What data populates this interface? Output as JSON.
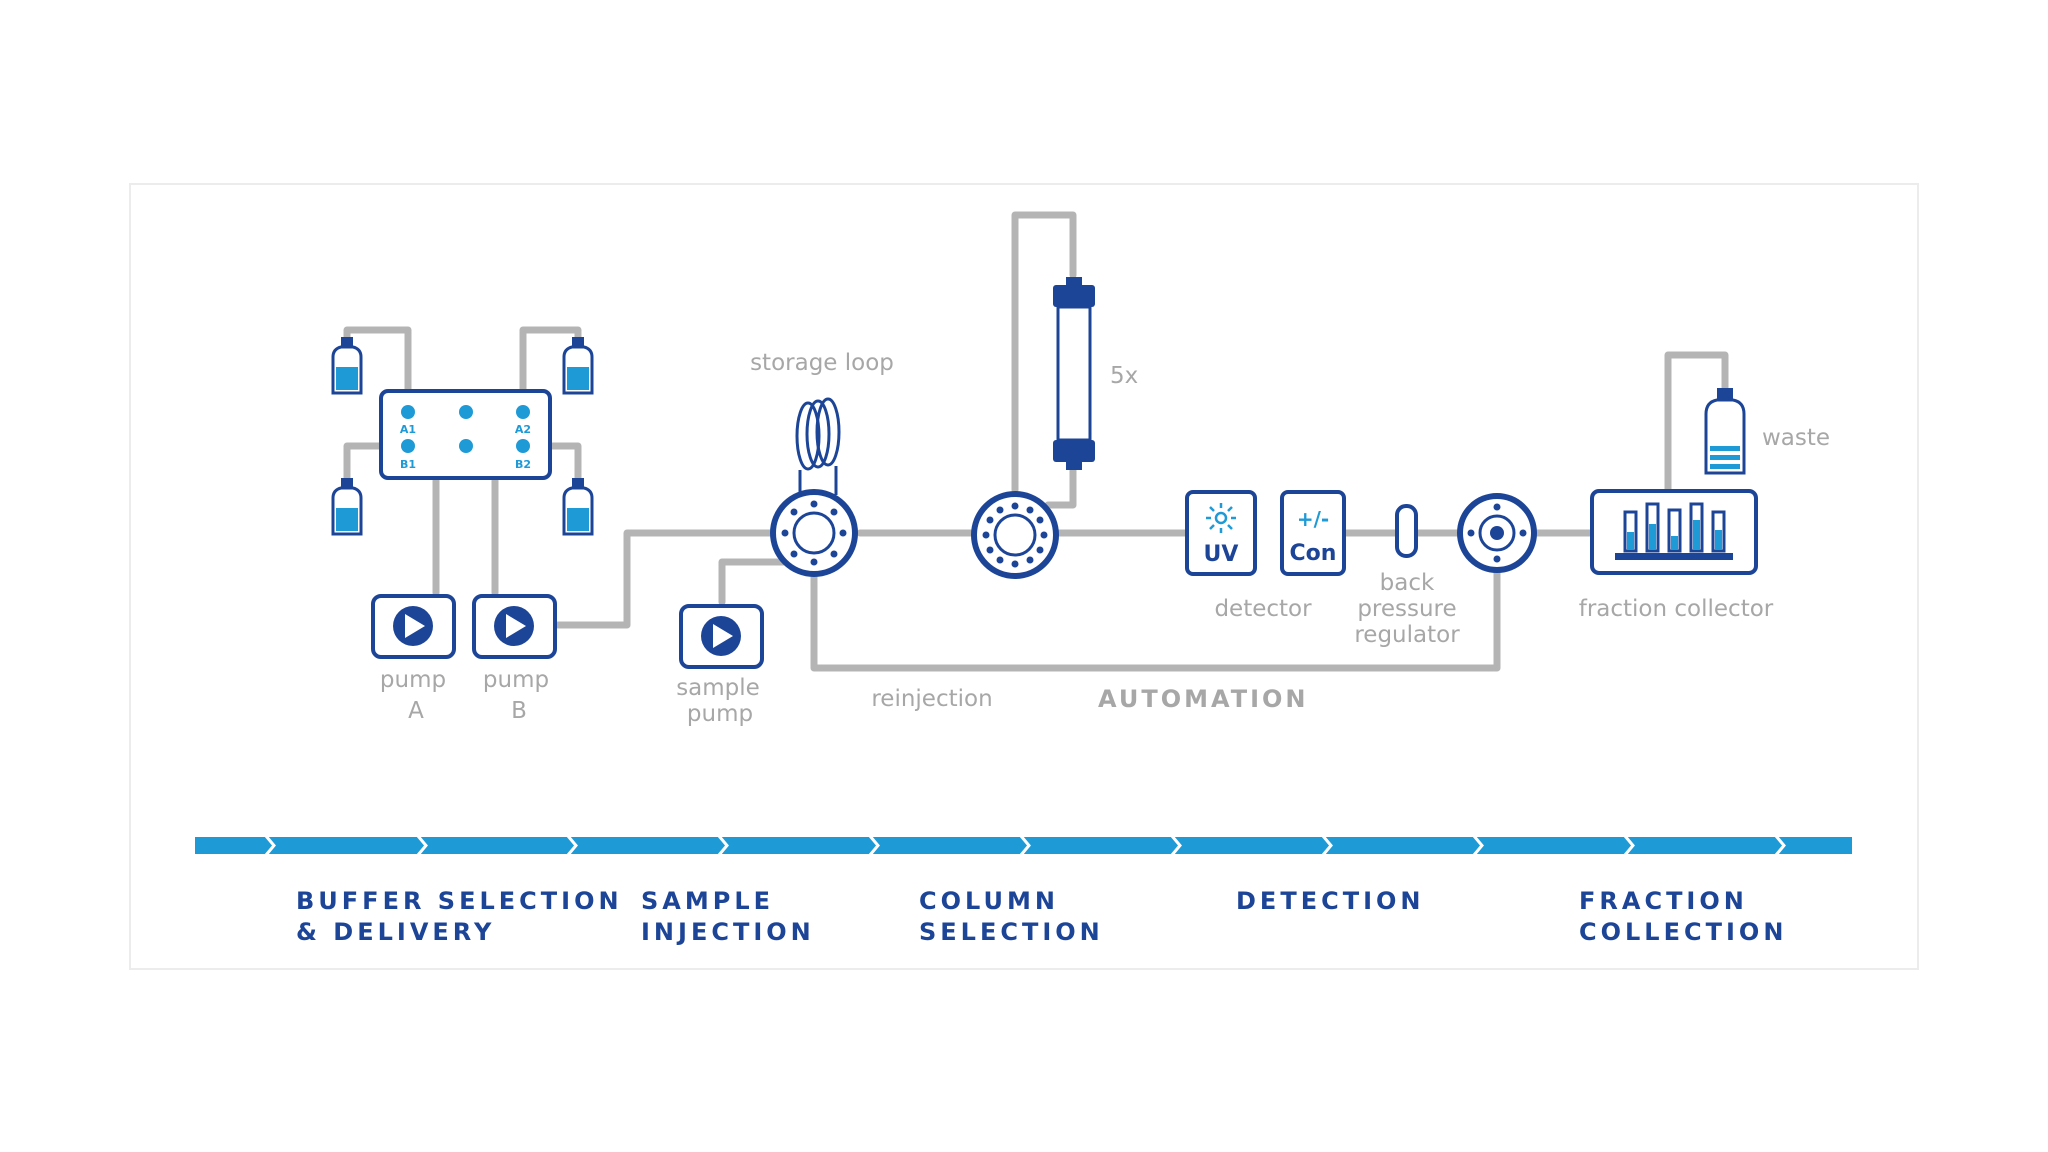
{
  "labels": {
    "storage_loop": "storage loop",
    "column_multiplier": "5x",
    "waste": "waste",
    "pump_a_line1": "pump",
    "pump_a_line2": "A",
    "pump_b_line1": "pump",
    "pump_b_line2": "B",
    "sample_pump_line1": "sample",
    "sample_pump_line2": "pump",
    "detector": "detector",
    "bpr_line1": "back",
    "bpr_line2": "pressure",
    "bpr_line3": "regulator",
    "fraction_collector": "fraction collector",
    "reinjection": "reinjection",
    "automation": "AUTOMATION"
  },
  "valve_ports": {
    "a1": "A1",
    "b1": "B1",
    "a2": "A2",
    "b2": "B2"
  },
  "detectors": {
    "uv": "UV",
    "con_top": "+/-",
    "con_bottom": "Con"
  },
  "stages": [
    {
      "line1": "BUFFER SELECTION",
      "line2": "& DELIVERY"
    },
    {
      "line1": "SAMPLE",
      "line2": "INJECTION"
    },
    {
      "line1": "COLUMN",
      "line2": "SELECTION"
    },
    {
      "line1": "DETECTION",
      "line2": ""
    },
    {
      "line1": "FRACTION",
      "line2": "COLLECTION"
    }
  ],
  "colors": {
    "brand_navy": "#1d4597",
    "accent_blue": "#1e9ad6",
    "tubing_gray": "#b4b4b4",
    "label_gray": "#a7a7a7"
  },
  "icons": {
    "pump": "play-circle-icon",
    "bottle": "reagent-bottle-icon",
    "valve": "rotary-valve-icon",
    "uv": "sun-burst-icon"
  }
}
